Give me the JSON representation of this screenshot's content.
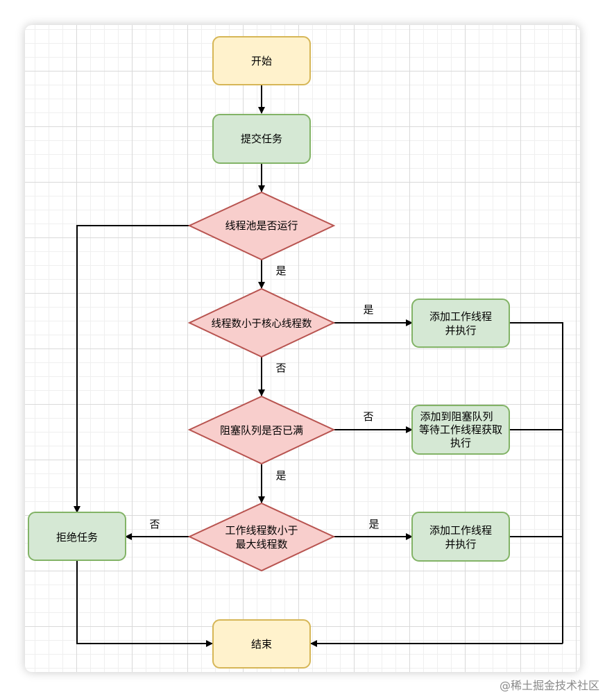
{
  "colors": {
    "terminal_fill": "#fff2cc",
    "terminal_stroke": "#d6b656",
    "process_fill": "#d5e8d4",
    "process_stroke": "#82b366",
    "decision_fill": "#f8cecc",
    "decision_stroke": "#b85450",
    "edge": "#000000"
  },
  "nodes": {
    "start": "开始",
    "submit": "提交任务",
    "pool_running": "线程池是否运行",
    "lt_core": "线程数小于核心线程数",
    "add_worker_1": [
      "添加工作线程",
      "并执行"
    ],
    "queue_full": "阻塞队列是否已满",
    "add_queue": [
      "添加到阻塞队列",
      "等待工作线程获取",
      "执行"
    ],
    "lt_max": [
      "工作线程数小于",
      "最大线程数"
    ],
    "add_worker_2": [
      "添加工作线程",
      "并执行"
    ],
    "reject": "拒绝任务",
    "end": "结束"
  },
  "edge_labels": {
    "running_yes": "是",
    "core_yes": "是",
    "core_no": "否",
    "queue_no": "否",
    "queue_yes": "是",
    "max_yes": "是",
    "max_no": "否"
  },
  "watermark": "@稀土掘金技术社区"
}
